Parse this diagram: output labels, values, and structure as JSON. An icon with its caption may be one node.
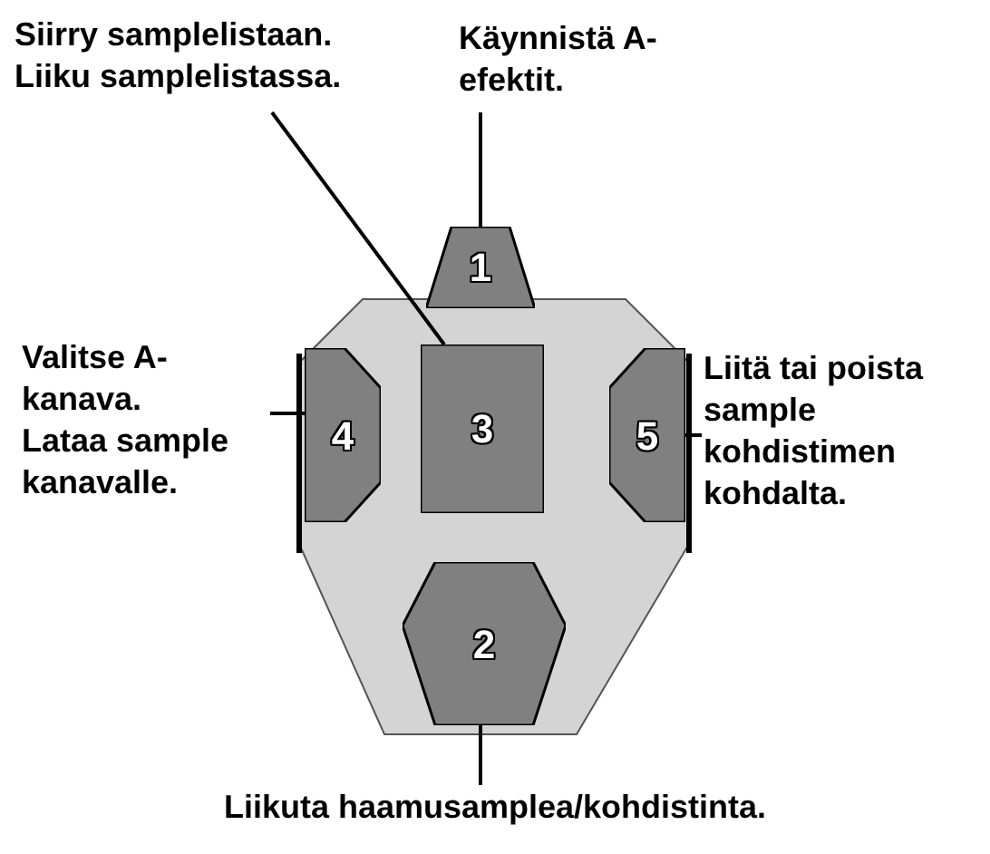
{
  "diagram": {
    "nodes": [
      {
        "text": [
          "Siirry samplelistaan.",
          "Liiku samplelistassa."
        ]
      },
      {
        "text": [
          "Käynnistä A-efektit."
        ]
      },
      {
        "text": [
          "1"
        ]
      },
      {
        "text": [
          "Valitse A-kanava.",
          "Lataa sample kanavalle."
        ]
      },
      {
        "text": [
          "4"
        ]
      },
      {
        "text": [
          "3"
        ]
      },
      {
        "text": [
          "5"
        ]
      },
      {
        "text": [
          "Liitä tai poista sample kohdistimen kohdalta."
        ]
      },
      {
        "text": [
          "2"
        ]
      },
      {
        "text": [
          "Liikuta haamusamplea/kohdistinta."
        ]
      }
    ],
    "edges": [
      {
        "from": 0,
        "to": 5,
        "arrow": "none"
      },
      {
        "from": 1,
        "to": 2,
        "arrow": "none"
      },
      {
        "from": 3,
        "to": 4,
        "arrow": "none"
      },
      {
        "from": 7,
        "to": 6,
        "arrow": "none"
      },
      {
        "from": 9,
        "to": 8,
        "arrow": "none"
      }
    ]
  }
}
